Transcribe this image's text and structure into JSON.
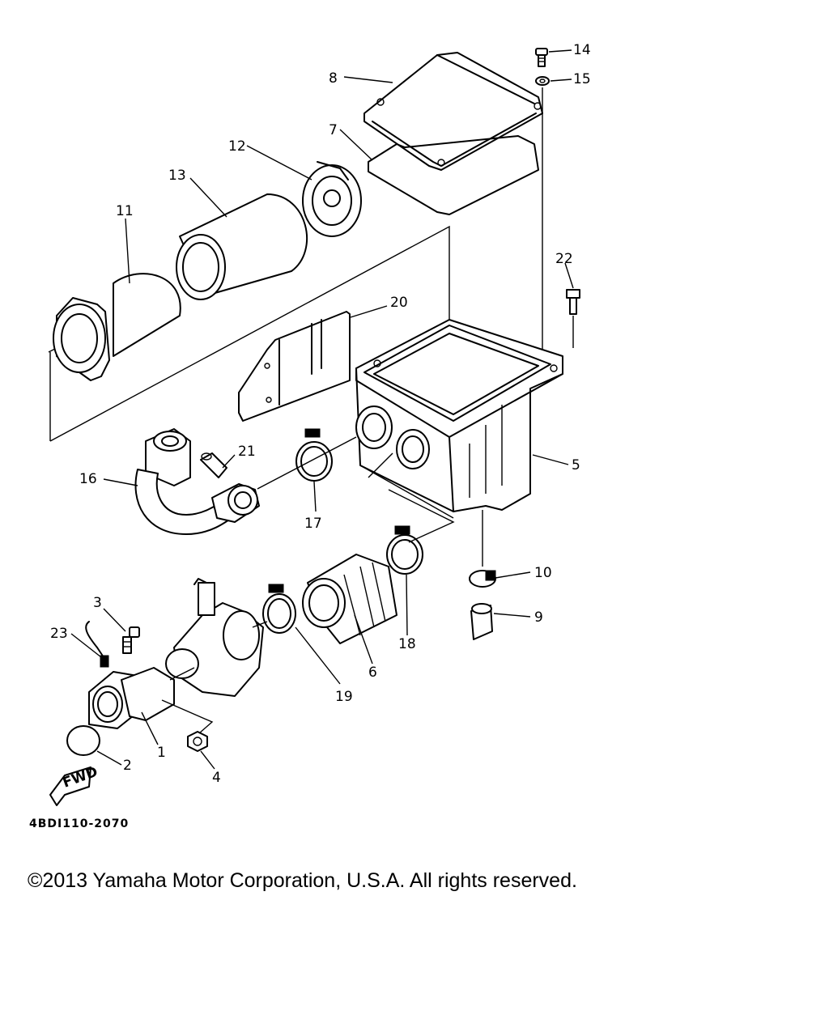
{
  "diagram": {
    "callouts": [
      "1",
      "2",
      "3",
      "4",
      "5",
      "6",
      "7",
      "8",
      "9",
      "10",
      "11",
      "12",
      "13",
      "14",
      "15",
      "16",
      "17",
      "18",
      "19",
      "20",
      "21",
      "22",
      "23"
    ],
    "direction_label": "FWD",
    "reference_code": "4BDI110-2070"
  },
  "footer": {
    "copyright": "©2013 Yamaha Motor Corporation, U.S.A. All rights reserved."
  }
}
